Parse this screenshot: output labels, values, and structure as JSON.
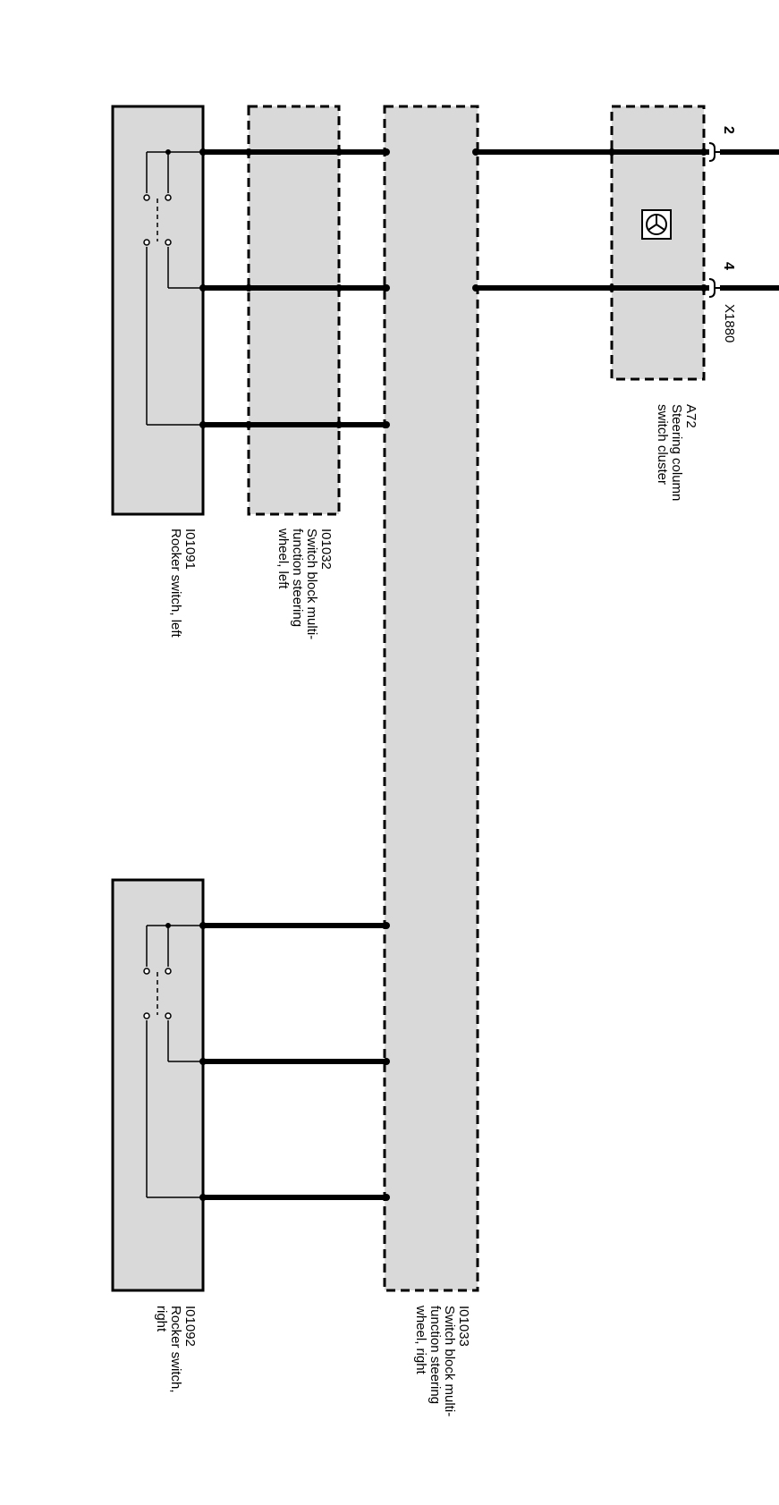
{
  "components": {
    "rocker_left": {
      "id": "I01091",
      "name": "Rocker switch, left"
    },
    "block_left": {
      "id": "I01032",
      "name_lines": [
        "Switch block multi-",
        "function steering",
        "wheel, left"
      ]
    },
    "block_right": {
      "id": "I01033",
      "name_lines": [
        "Switch block multi-",
        "function steering",
        "wheel, right"
      ]
    },
    "cluster": {
      "id": "A72",
      "name_lines": [
        "Steering column",
        "switch cluster"
      ]
    },
    "rocker_right": {
      "id": "I01092",
      "name_lines": [
        "Rocker switch,",
        "right"
      ]
    }
  },
  "connector": {
    "name": "X1880",
    "pin_top": "2",
    "pin_bottom": "4"
  },
  "icons": {
    "cluster_symbol": "steering-wheel-icon"
  },
  "colors": {
    "box_fill": "#d9d9d9",
    "wire": "#000000",
    "border": "#000000"
  }
}
